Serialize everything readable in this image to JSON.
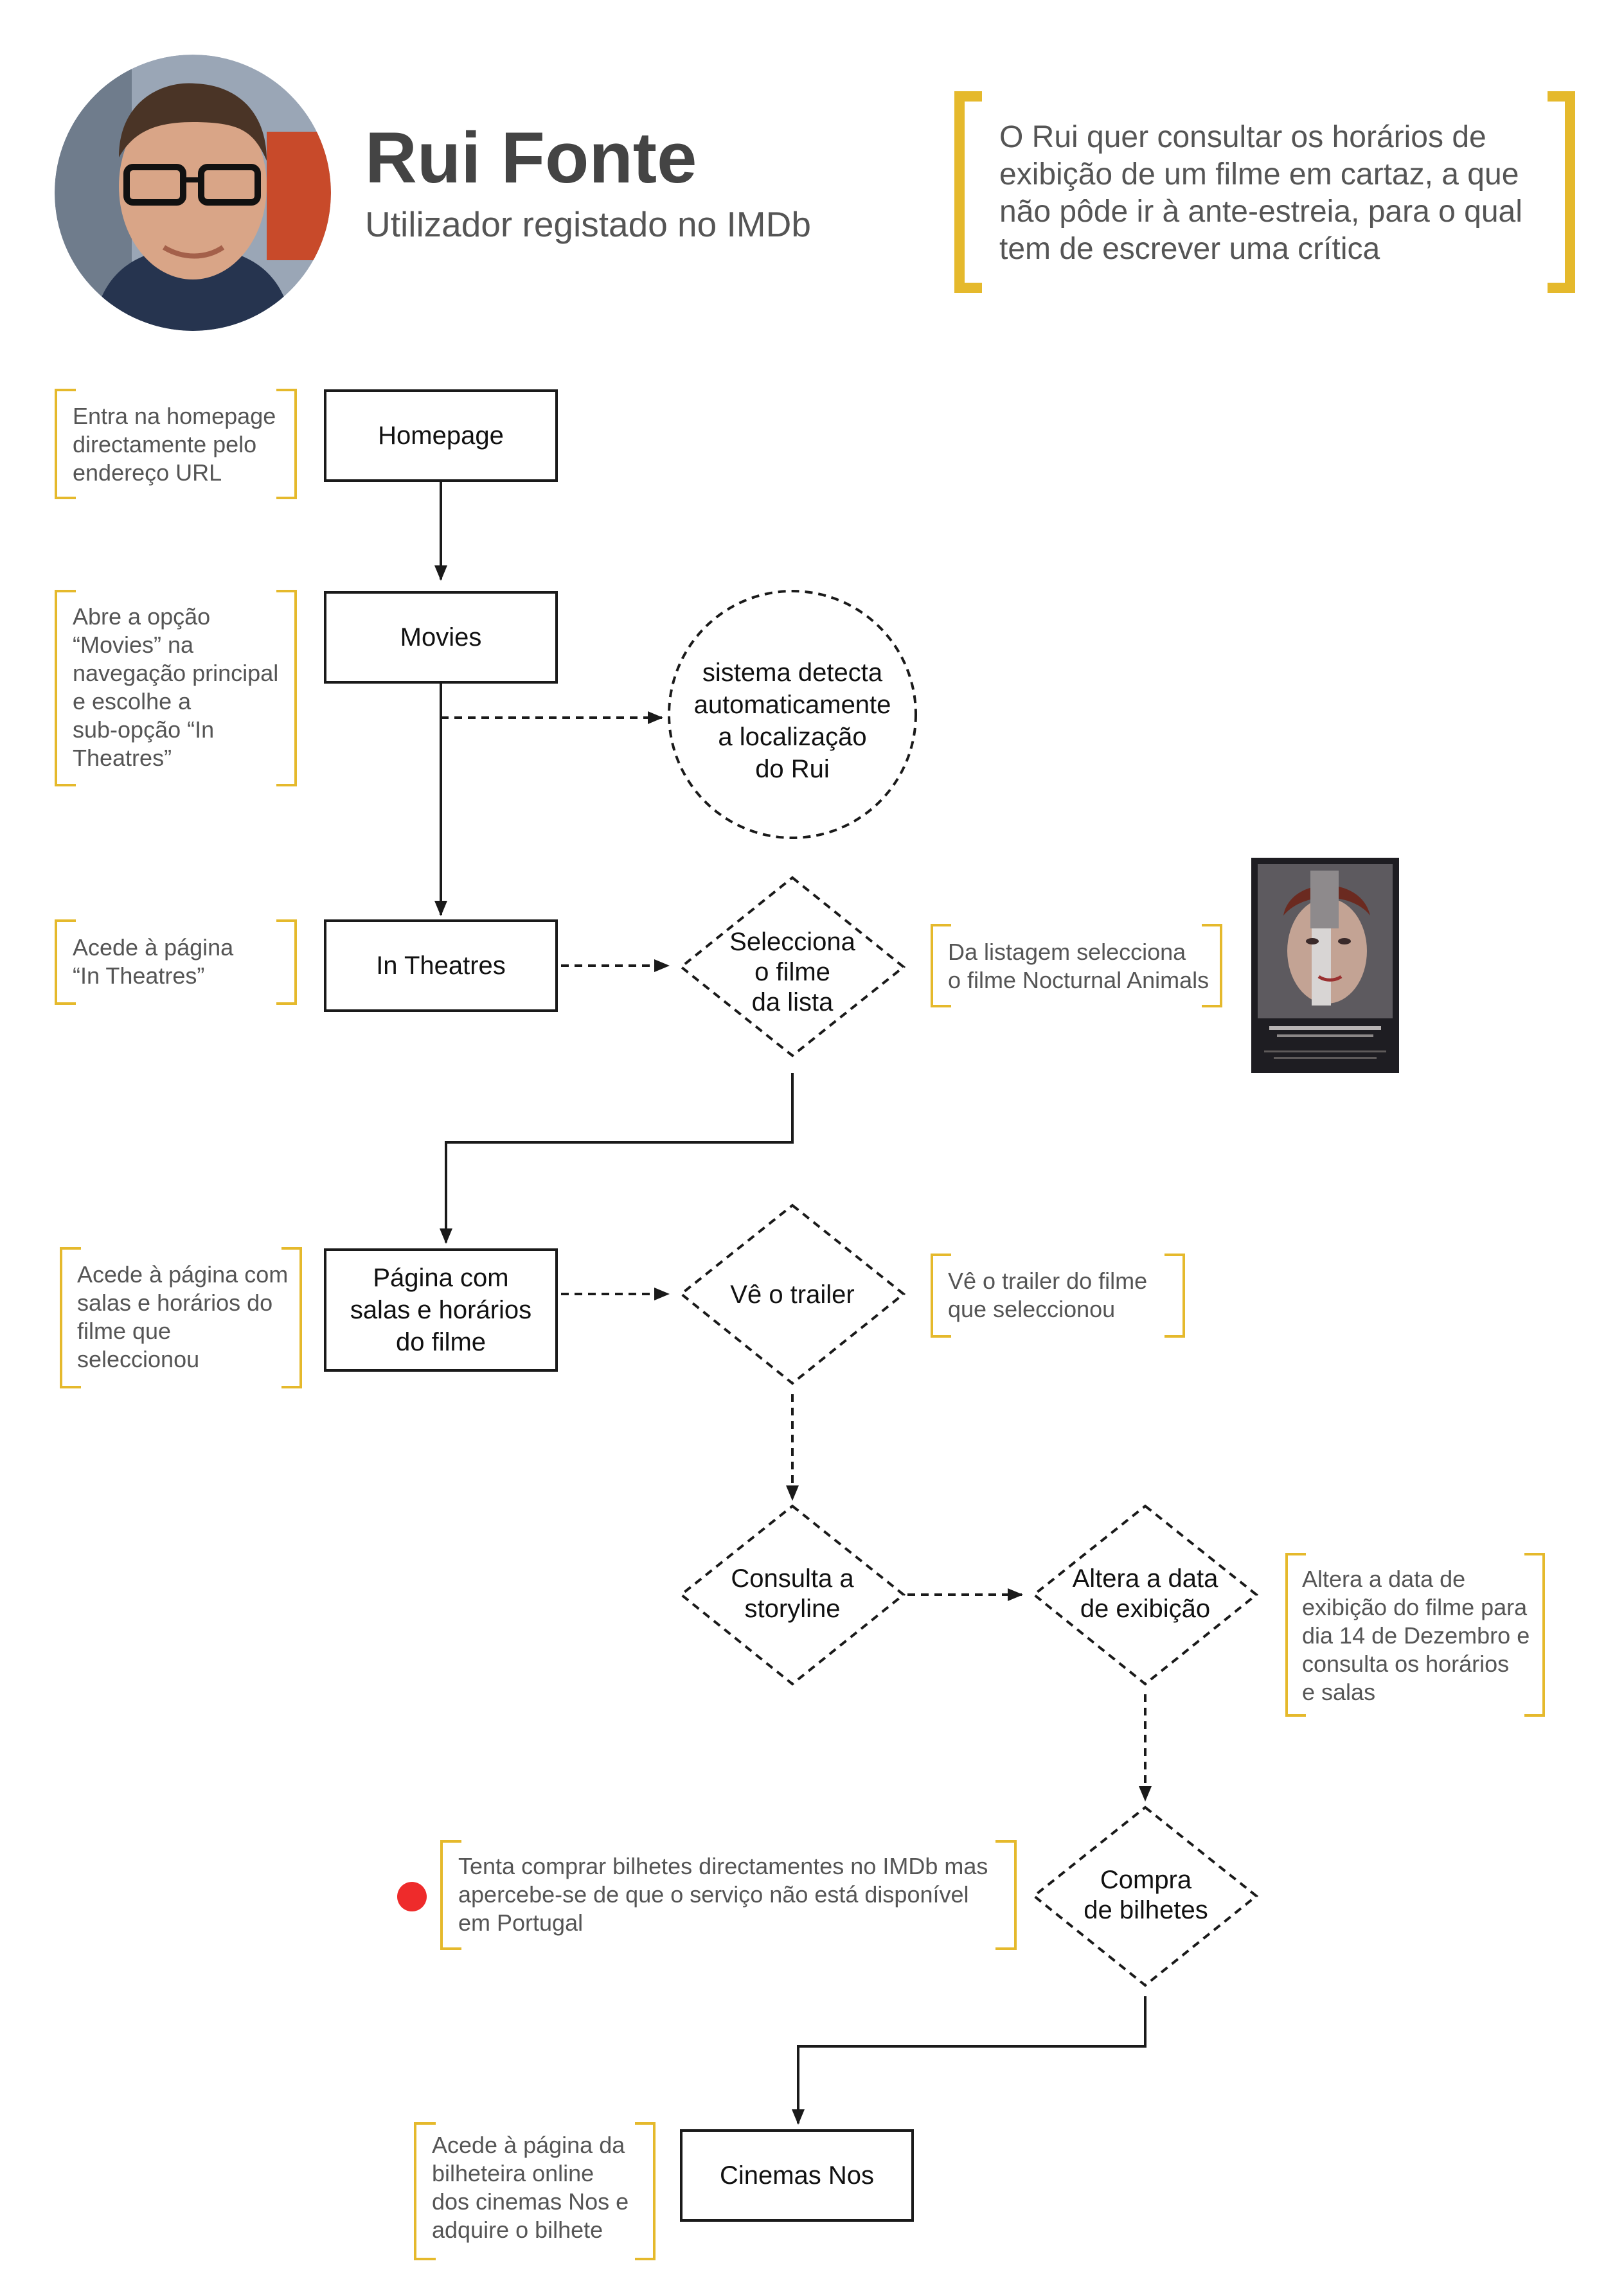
{
  "persona": {
    "name": "Rui Fonte",
    "role": "Utilizador registado no IMDb",
    "goal": "O Rui quer consultar os horários de exibição de um filme em cartaz, a que não pôde ir à ante-estreia, para o qual tem de escrever uma crítica",
    "avatar_icon": "user-portrait-icon"
  },
  "colors": {
    "accent": "#e5b92c",
    "stroke": "#1a1a1a",
    "note_text": "#555555",
    "alert": "#ee2b2b"
  },
  "nodes": {
    "homepage": "Homepage",
    "movies": "Movies",
    "in_theatres": "In Theatres",
    "pagina_salas": [
      "Página com",
      "salas e horários",
      "do filme"
    ],
    "cinemas_nos": "Cinemas Nos",
    "sistema": [
      "sistema detecta",
      "automaticamente",
      "a localização",
      "do Rui"
    ],
    "selecciona": [
      "Selecciona",
      "o filme",
      "da lista"
    ],
    "trailer": "Vê o trailer",
    "storyline": [
      "Consulta a",
      "storyline"
    ],
    "altera": [
      "Altera a data",
      "de exibição"
    ],
    "compra": [
      "Compra",
      "de bilhetes"
    ]
  },
  "notes": {
    "homepage": [
      "Entra na homepage",
      "directamente pelo",
      "endereço URL"
    ],
    "movies": [
      "Abre a opção",
      "“Movies” na",
      "navegação principal",
      "e escolhe a",
      "sub-opção “In",
      "Theatres”"
    ],
    "in_theatres": [
      "Acede à página",
      "“In Theatres”"
    ],
    "selecciona": [
      "Da listagem selecciona",
      "o filme Nocturnal Animals"
    ],
    "pagina": [
      "Acede à página com",
      "salas e horários do",
      "filme que",
      "seleccionou"
    ],
    "trailer": [
      "Vê o trailer do filme",
      "que seleccionou"
    ],
    "altera": [
      "Altera a data de",
      "exibição do filme para",
      "dia 14 de Dezembro e",
      "consulta os horários",
      "e salas"
    ],
    "compra": [
      "Tenta comprar bilhetes directamentes no IMDb mas",
      "apercebe-se de que o serviço não está disponível",
      "em Portugal"
    ],
    "cinemas": [
      "Acede à página da",
      "bilheteira online",
      "dos cinemas Nos e",
      "adquire o bilhete"
    ]
  },
  "poster_icon": "movie-poster-nocturnal-animals"
}
